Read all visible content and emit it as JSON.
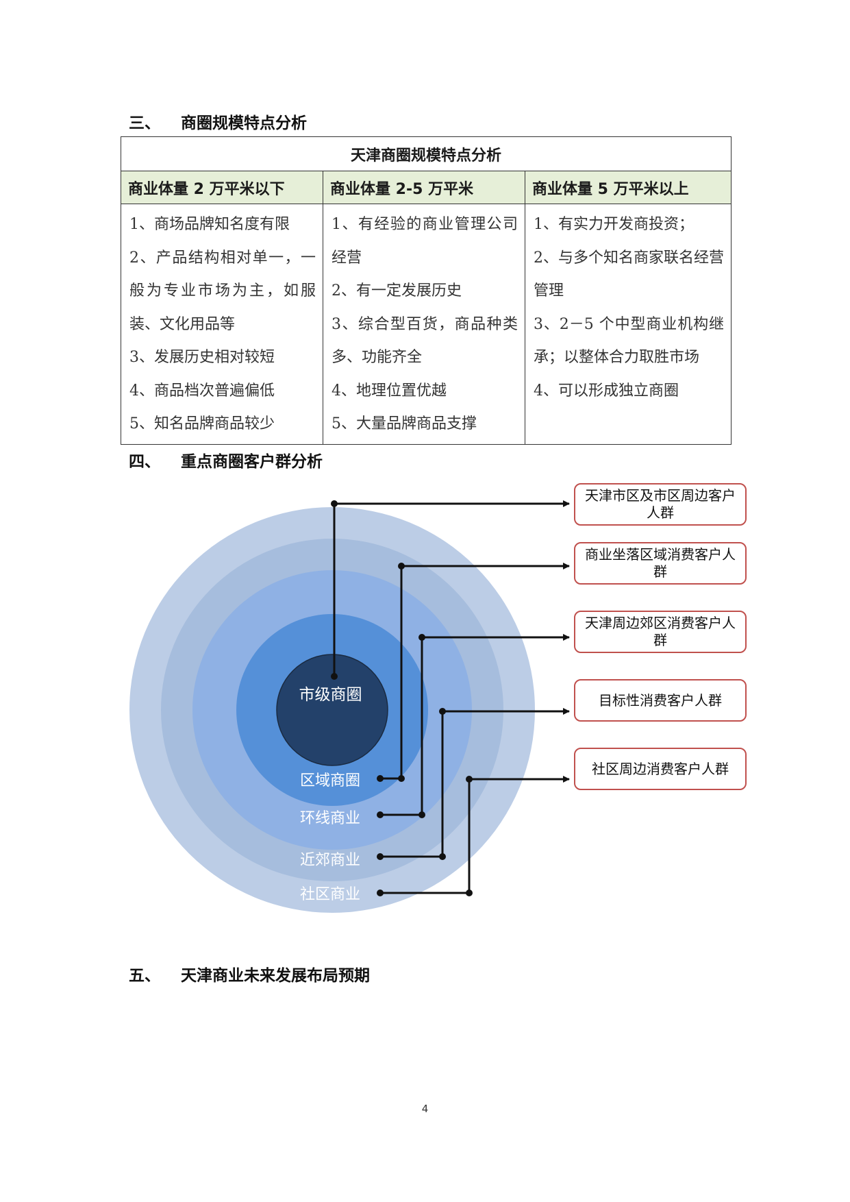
{
  "sections": {
    "s3": {
      "num": "三、",
      "title": "商圈规模特点分析"
    },
    "s4": {
      "num": "四、",
      "title": "重点商圈客户群分析"
    },
    "s5": {
      "num": "五、",
      "title": "天津商业未来发展布局预期"
    }
  },
  "table": {
    "title": "天津商圈规模特点分析",
    "columns": [
      {
        "header": "商业体量 2 万平米以下",
        "items": [
          "1、商场品牌知名度有限",
          "2、产品结构相对单一，一般为专业市场为主，如服装、文化用品等",
          "3、发展历史相对较短",
          "4、商品档次普遍偏低",
          "5、知名品牌商品较少"
        ]
      },
      {
        "header": "商业体量 2-5 万平米",
        "items": [
          "1、有经验的商业管理公司经营",
          "2、有一定发展历史",
          "3、综合型百货，商品种类多、功能齐全",
          "4、地理位置优越",
          "5、大量品牌商品支撑"
        ]
      },
      {
        "header": "商业体量 5 万平米以上",
        "items": [
          "1、有实力开发商投资；",
          "2、与多个知名商家联名经营管理",
          "3、2－5 个中型商业机构继承；以整体合力取胜市场",
          "4、可以形成独立商圈"
        ]
      }
    ]
  },
  "diagram": {
    "core": "市级商圈",
    "rings": [
      "区域商圈",
      "环线商业",
      "近郊商业",
      "社区商业"
    ],
    "callouts": [
      "天津市区及市区周边客户人群",
      "商业坐落区域消费客户人群",
      "天津周边郊区消费客户人群",
      "目标性消费客户人群",
      "社区周边消费客户人群"
    ],
    "colors": {
      "ring1": "#bccde6",
      "ring2": "#a6bddd",
      "ring3": "#8fb1e4",
      "ring4": "#5590d8",
      "core": "#23416a",
      "callout_border": "#c0504d"
    }
  },
  "page": {
    "number": "4"
  }
}
